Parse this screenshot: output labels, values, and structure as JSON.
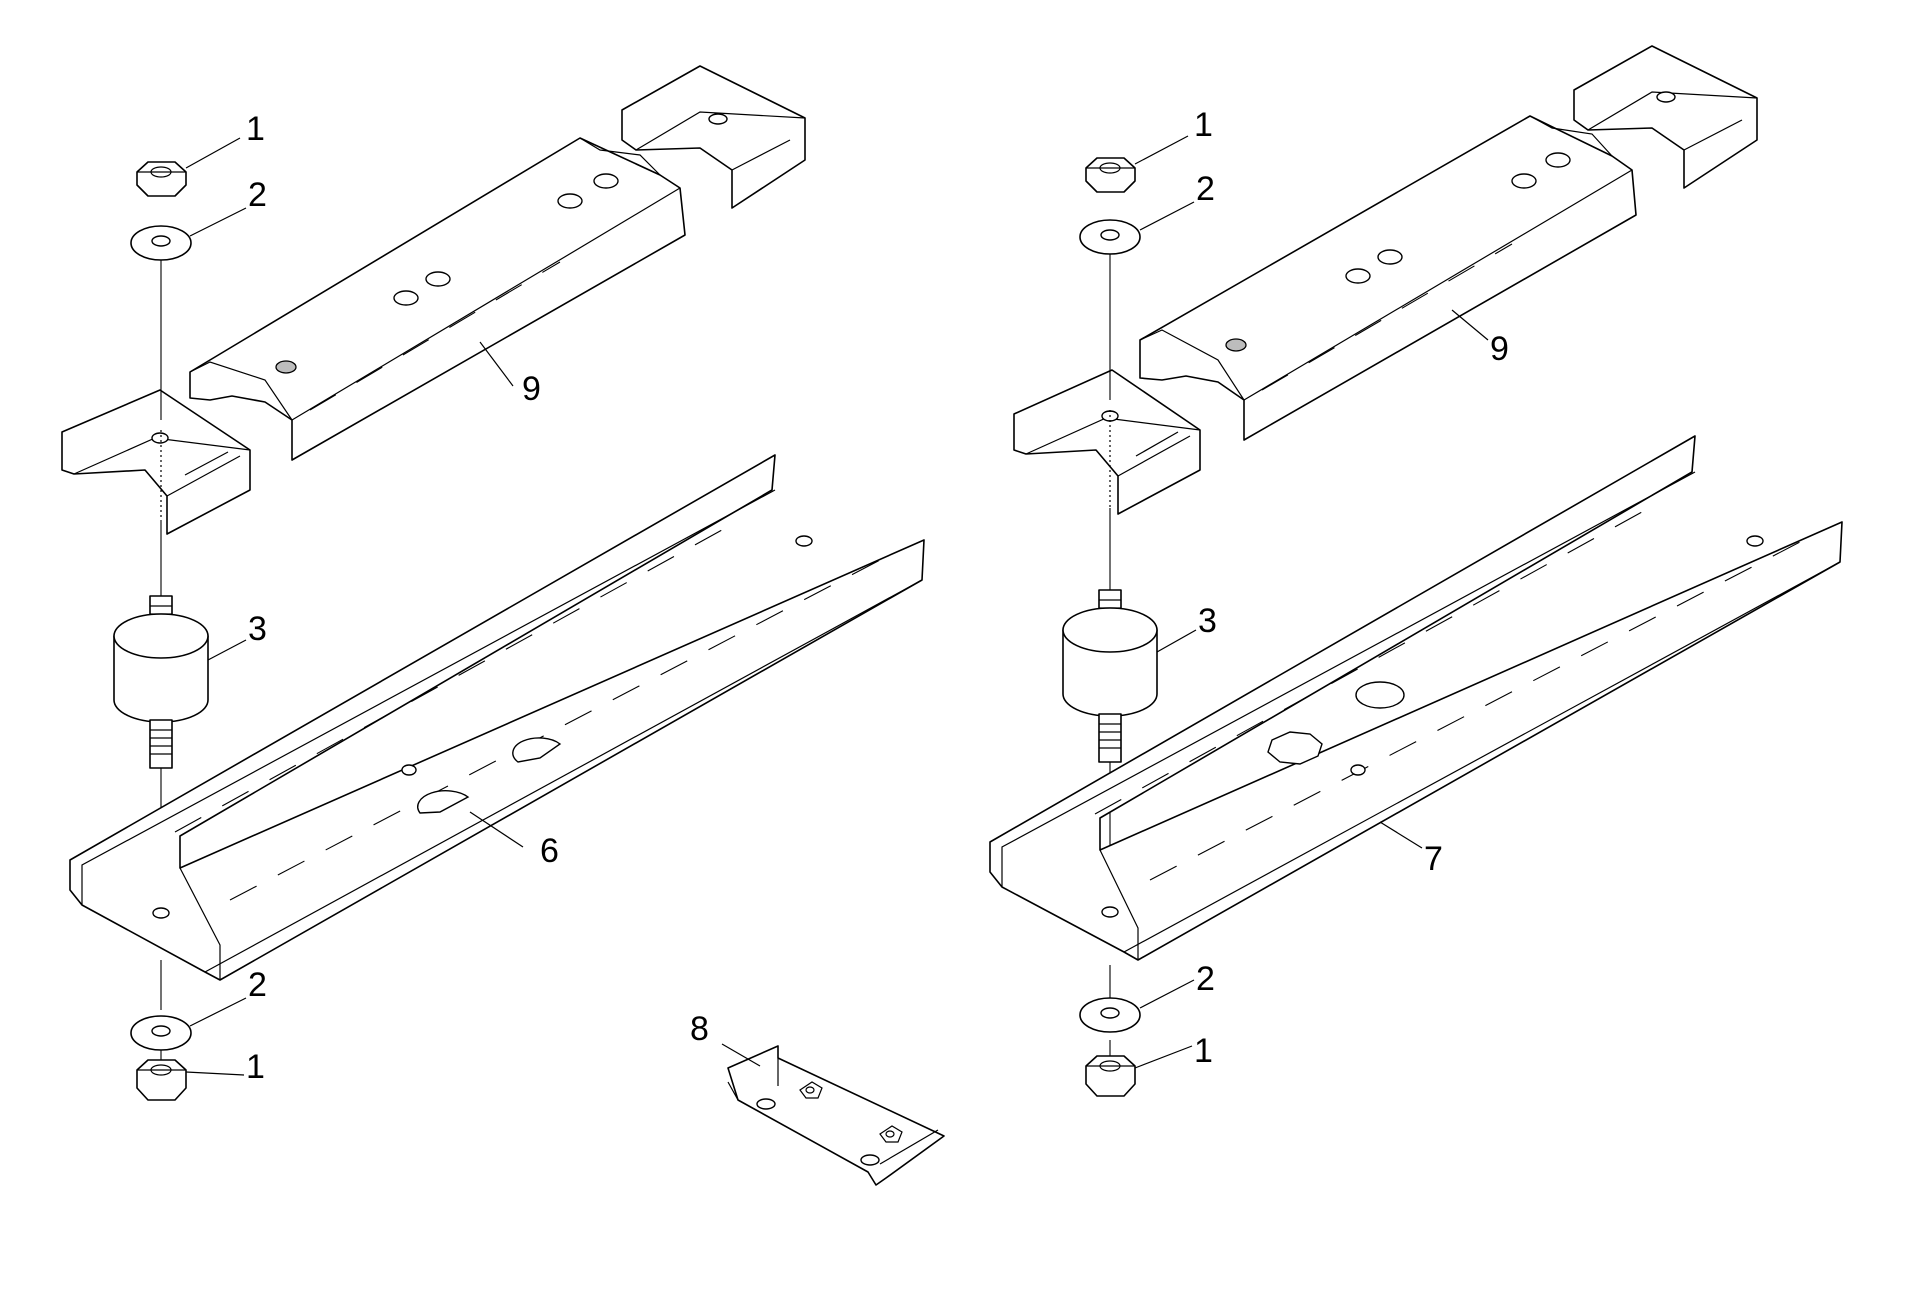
{
  "callouts": {
    "left": {
      "nut_top": "1",
      "washer_top": "2",
      "mount": "3",
      "rail": "6",
      "bracket": "9",
      "washer_bottom": "2",
      "nut_bottom": "1"
    },
    "right": {
      "nut_top": "1",
      "washer_top": "2",
      "mount": "3",
      "rail": "7",
      "bracket": "9",
      "washer_bottom": "2",
      "nut_bottom": "1"
    },
    "plate": "8"
  },
  "colors": {
    "line": "#000000",
    "background": "#ffffff",
    "fill": "#ffffff"
  }
}
